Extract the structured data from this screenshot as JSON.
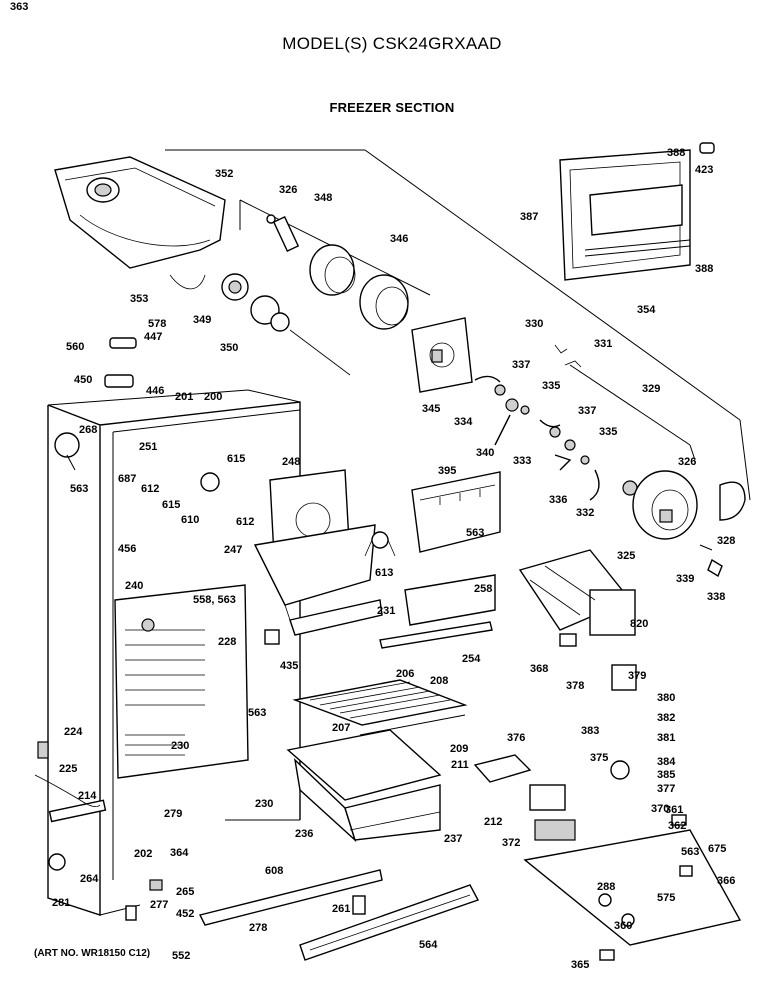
{
  "header": {
    "model": "MODEL(S) CSK24GRXAAD",
    "section": "FREEZER SECTION"
  },
  "footer": {
    "art_no": "(ART NO. WR18150 C12)"
  },
  "callouts": [
    "352",
    "326",
    "348",
    "346",
    "388",
    "423",
    "387",
    "388",
    "353",
    "349",
    "350",
    "578",
    "447",
    "560",
    "450",
    "446",
    "201",
    "200",
    "268",
    "251",
    "687",
    "612",
    "563",
    "615",
    "615",
    "610",
    "612",
    "248",
    "330",
    "331",
    "354",
    "329",
    "345",
    "337",
    "335",
    "334",
    "340",
    "333",
    "337",
    "335",
    "326",
    "336",
    "332",
    "325",
    "328",
    "339",
    "338",
    "395",
    "563",
    "456",
    "247",
    "613",
    "258",
    "820",
    "240",
    "558, 563",
    "228",
    "231",
    "435",
    "254",
    "368",
    "378",
    "379",
    "380",
    "382",
    "381",
    "383",
    "376",
    "375",
    "384",
    "385",
    "377",
    "563",
    "230",
    "206",
    "208",
    "207",
    "209",
    "211",
    "224",
    "225",
    "214",
    "279",
    "230",
    "236",
    "237",
    "212",
    "372",
    "370",
    "361",
    "362",
    "563",
    "675",
    "364",
    "202",
    "281",
    "264",
    "265",
    "608",
    "277",
    "452",
    "261",
    "278",
    "564",
    "552",
    "288",
    "575",
    "366",
    "360",
    "365",
    "363"
  ]
}
